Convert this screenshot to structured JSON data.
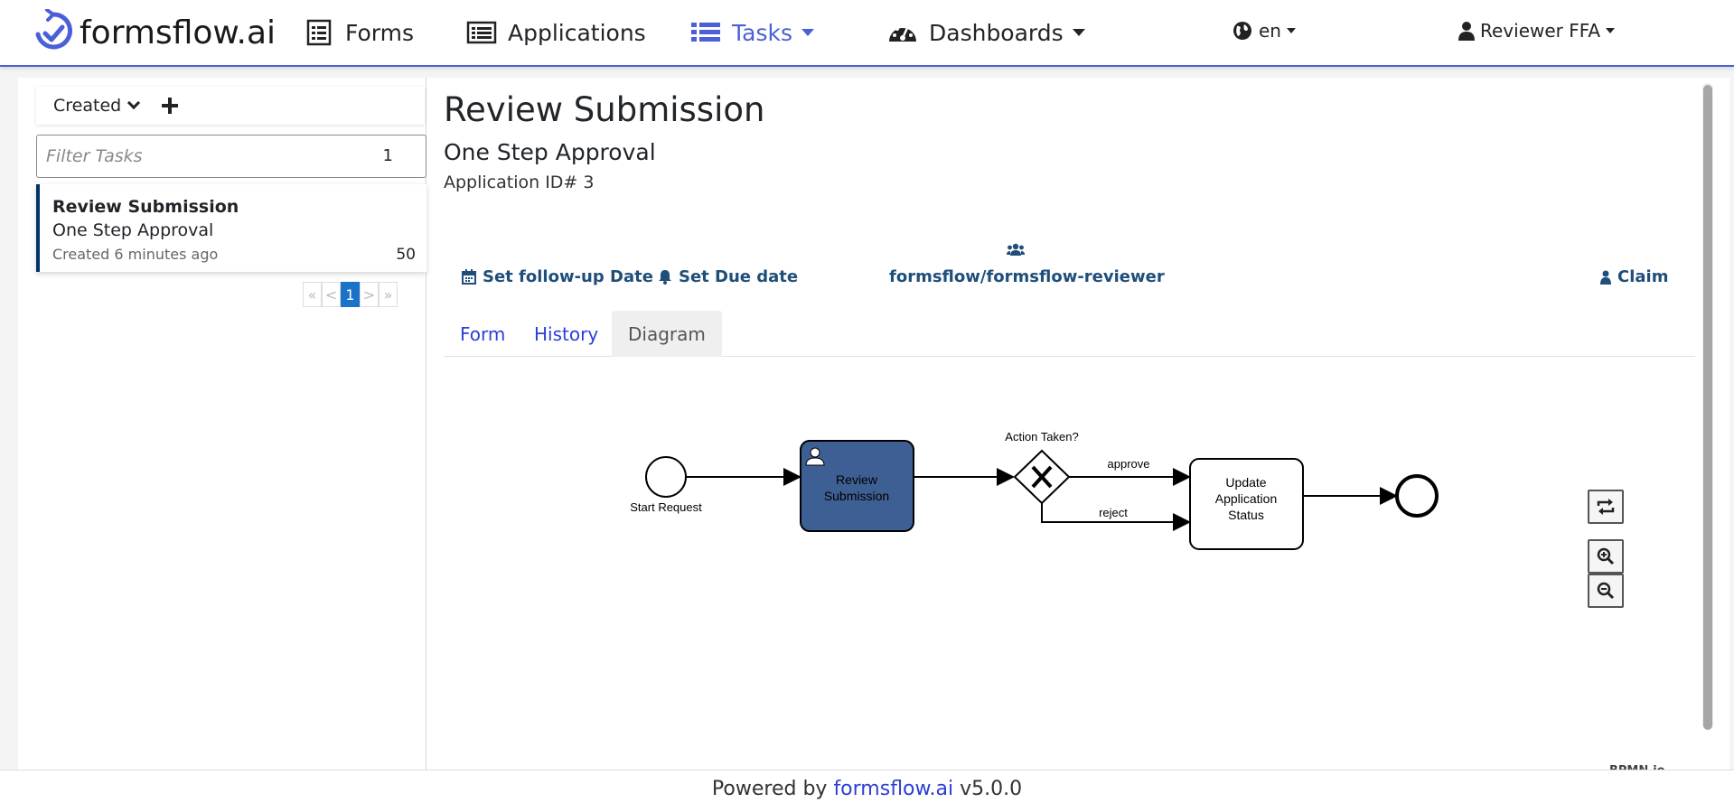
{
  "navbar": {
    "brand": "formsflow.ai",
    "items": [
      {
        "label": "Forms",
        "icon": "form-list-icon"
      },
      {
        "label": "Applications",
        "icon": "applications-icon"
      },
      {
        "label": "Tasks",
        "icon": "tasks-list-icon"
      },
      {
        "label": "Dashboards",
        "icon": "dashboard-gauge-icon"
      }
    ],
    "language": "en",
    "user": "Reviewer FFA",
    "accent": "#4a5fd8"
  },
  "sidebar": {
    "sort_label": "Created",
    "filter_placeholder": "Filter Tasks",
    "filter_count": "1",
    "task": {
      "title": "Review Submission",
      "subtitle": "One Step Approval",
      "created": "Created 6 minutes ago",
      "priority": "50"
    },
    "pagination": [
      "«",
      "<",
      "1",
      ">",
      "»"
    ]
  },
  "task_detail": {
    "title": "Review Submission",
    "subtitle": "One Step Approval",
    "application_id": "Application ID# 3",
    "actions": {
      "followup": "Set follow-up Date",
      "due": "Set Due date",
      "group": "formsflow/formsflow-reviewer",
      "claim": "Claim"
    },
    "tabs": [
      "Form",
      "History",
      "Diagram"
    ],
    "active_tab": "Diagram"
  },
  "diagram": {
    "start_label": "Start Request",
    "user_task": [
      "Review",
      "Submission"
    ],
    "gateway_label": "Action Taken?",
    "flow_approve": "approve",
    "flow_reject": "reject",
    "service_task": [
      "Update",
      "Application",
      "Status"
    ],
    "active_fill": "#3e5f93",
    "watermark": "BPMN.io"
  },
  "footer": {
    "prefix": "Powered by",
    "link": "formsflow.ai",
    "version": "v5.0.0"
  }
}
